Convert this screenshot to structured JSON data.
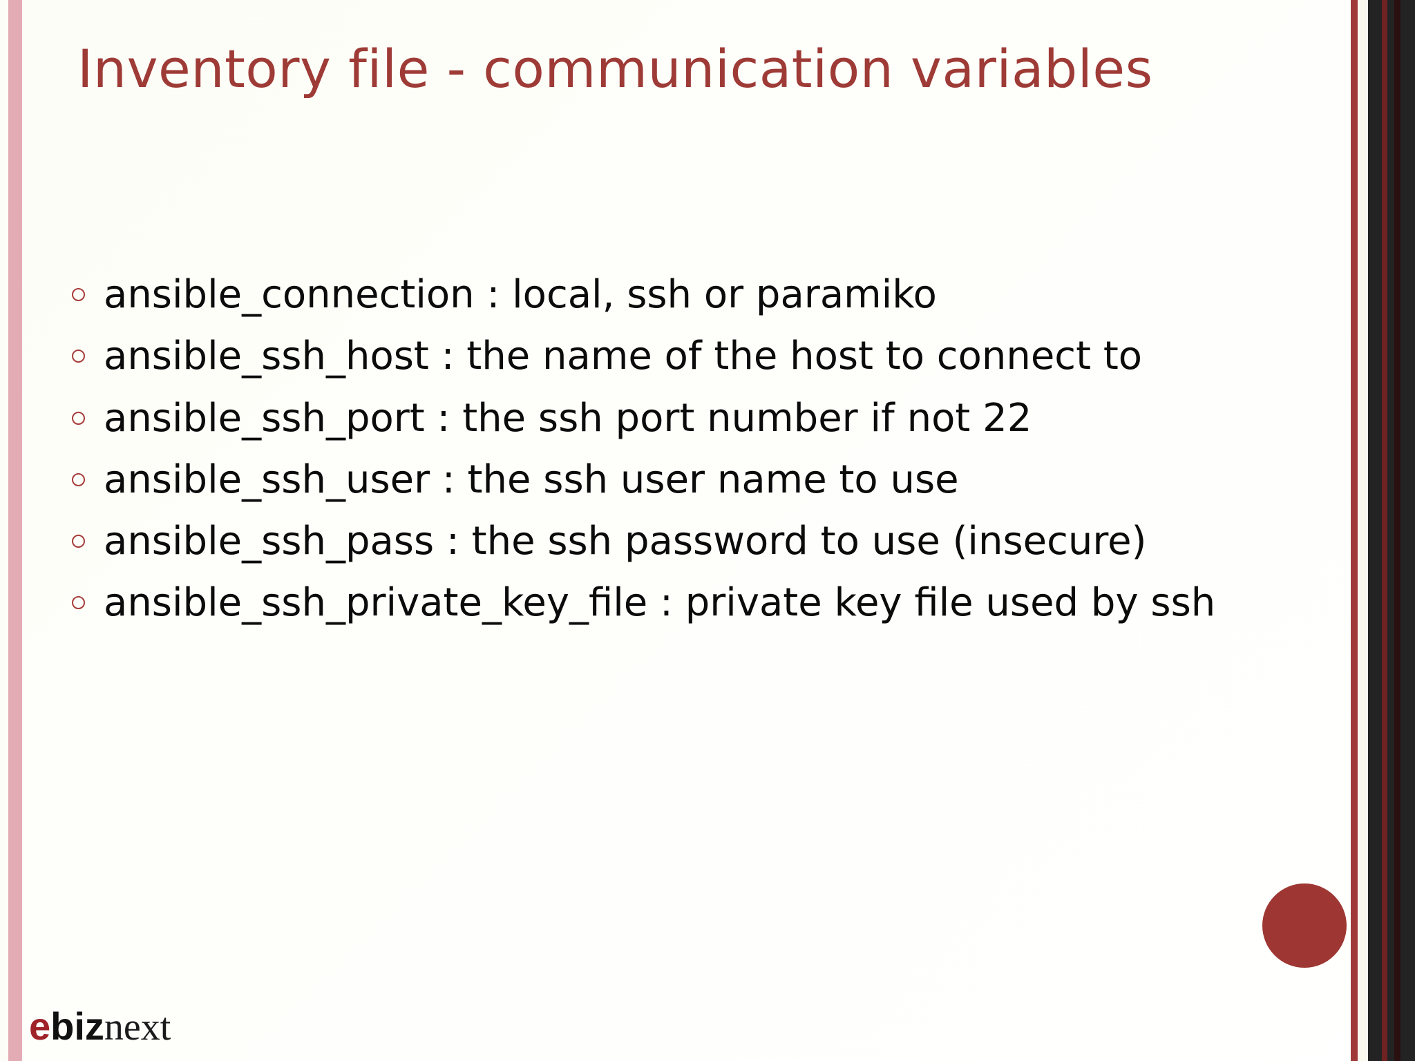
{
  "slide": {
    "title": "Inventory file - communication variables",
    "bullets": [
      {
        "text": "ansible_connection : local, ssh or paramiko",
        "marker": "hollow-circle-bullet"
      },
      {
        "text": "ansible_ssh_host : the name of the host to connect to",
        "marker": "hollow-circle-bullet"
      },
      {
        "text": "ansible_ssh_port : the ssh port number if not 22",
        "marker": "hollow-circle-bullet"
      },
      {
        "text": "ansible_ssh_user : the ssh user name to use",
        "marker": "hollow-circle-bullet"
      },
      {
        "text": "ansible_ssh_pass : the ssh password to use (insecure)",
        "marker": "hollow-circle-bullet"
      },
      {
        "text": "ansible_ssh_private_key_file : private key file used by ssh",
        "marker": "hollow-circle-bullet"
      }
    ]
  },
  "logo": {
    "part_e": "e",
    "part_biz": "biz",
    "part_next": "next"
  },
  "decorations": {
    "corner_circle": "red-circle-decoration",
    "left_stripe": "pink-edge-stripe",
    "right_stripes": "dark-red-edge-stripes"
  },
  "colors": {
    "title_red": "#9e3b36",
    "bullet_red": "#a63c39",
    "circle_red": "#9e3733",
    "edge_pink": "#e3acb4",
    "edge_dark": "#232323",
    "edge_cream": "#fbf8f0",
    "logo_red": "#9f2228",
    "text_black": "#0b0b0b",
    "background": "#fdfdf8"
  }
}
